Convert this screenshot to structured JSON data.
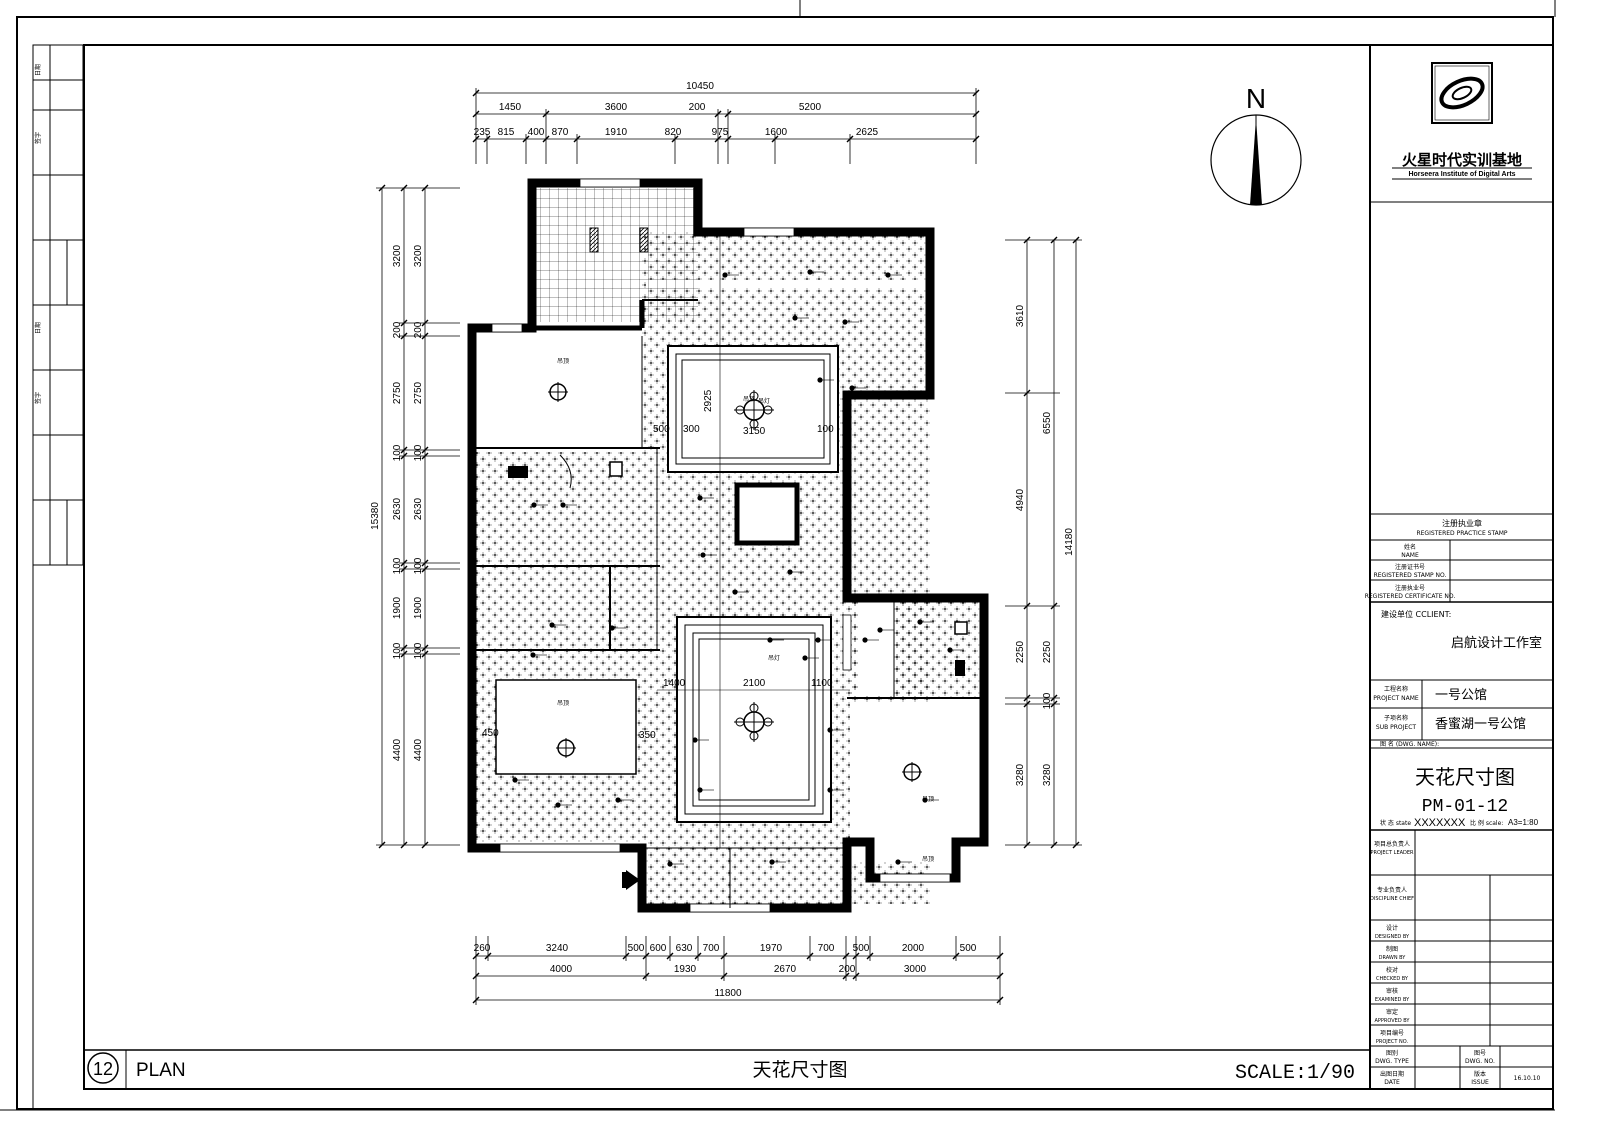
{
  "north_label": "N",
  "logo": {
    "name": "火星时代实训基地",
    "english": "Horseera Institute of Digital Arts"
  },
  "stamp": {
    "cn": "注册执业章",
    "en": "REGISTERED PRACTICE STAMP"
  },
  "stamp_rows": [
    {
      "cn": "姓名",
      "en": "NAME"
    },
    {
      "cn": "注册证书号",
      "en": "REGISTERED STAMP NO."
    },
    {
      "cn": "注册执业号",
      "en": "REGISTERED CERTIFICATE NO."
    }
  ],
  "client": {
    "label": "建设单位 CCLIENT:",
    "value": "启航设计工作室"
  },
  "project": {
    "label_cn": "工程名称",
    "label_en": "PROJECT NAME",
    "value": "一号公馆"
  },
  "sub_project": {
    "label_cn": "子项名称",
    "label_en": "SUB PROJECT",
    "value": "香蜜湖一号公馆"
  },
  "drawing_title_label": "图 名 (DWG. NAME):",
  "drawing_title": "天花尺寸图",
  "drawing_no": "PM-01-12",
  "scale_row": {
    "state_label": "状 态 state",
    "state_value": "XXXXXXX",
    "scale_label": "比 例 scale:",
    "scale_value": "A3=1:80"
  },
  "sign_rows": [
    {
      "cn": "项目总负责人",
      "en": "PROJECT LEADER"
    },
    {
      "cn": "专业负责人",
      "en": "DISCIPLINE CHIEF"
    },
    {
      "cn": "设计",
      "en": "DESIGNED BY"
    },
    {
      "cn": "制图",
      "en": "DRAWN BY"
    },
    {
      "cn": "校对",
      "en": "CHECKED BY"
    },
    {
      "cn": "审核",
      "en": "EXAMINED BY"
    },
    {
      "cn": "审定",
      "en": "APPROVED BY"
    },
    {
      "cn": "项目编号",
      "en": "PROJECT NO."
    }
  ],
  "bottom_rows": [
    {
      "cn": "图别",
      "en": "DWG. TYPE",
      "cn2": "图号",
      "en2": "DWG. NO."
    },
    {
      "cn": "出图日期",
      "en": "DATE",
      "cn2": "版本",
      "en2": "ISSUE",
      "value": "16.10.10"
    }
  ],
  "footer": {
    "number": "12",
    "plan": "PLAN",
    "title": "天花尺寸图",
    "scale": "SCALE:1/90"
  },
  "dims_top_total": "10450",
  "dims_top_mid": [
    "1450",
    "3600",
    "200",
    "5200"
  ],
  "dims_top_detail": [
    "235",
    "815",
    "400",
    "870",
    "1910",
    "820",
    "975",
    "1600",
    "2625"
  ],
  "dims_bottom_detail": [
    "260",
    "3240",
    "500",
    "600",
    "630",
    "700",
    "1970",
    "700",
    "500",
    "2000",
    "500"
  ],
  "dims_bottom_mid": [
    "4000",
    "1930",
    "2670",
    "200",
    "3000"
  ],
  "dims_bottom_total": "11800",
  "dims_left_total": "15380",
  "dims_left": [
    "3200",
    "200",
    "2750",
    "100",
    "2630",
    "100",
    "1900",
    "100",
    "4400"
  ],
  "dims_right_total": "14180",
  "dims_right_mid": [
    "3610",
    "4940",
    "2250",
    "100",
    "3280"
  ],
  "dims_right_group": "6550",
  "inner_dims": [
    "2925",
    "3150",
    "2100",
    "1400",
    "1100",
    "300",
    "350",
    "450",
    "500",
    "100"
  ],
  "room_labels": [
    "吊顶",
    "吊灯",
    "吸顶灯",
    "筒灯"
  ],
  "side_strip": [
    "日期",
    "签字",
    "日期",
    "签字"
  ]
}
